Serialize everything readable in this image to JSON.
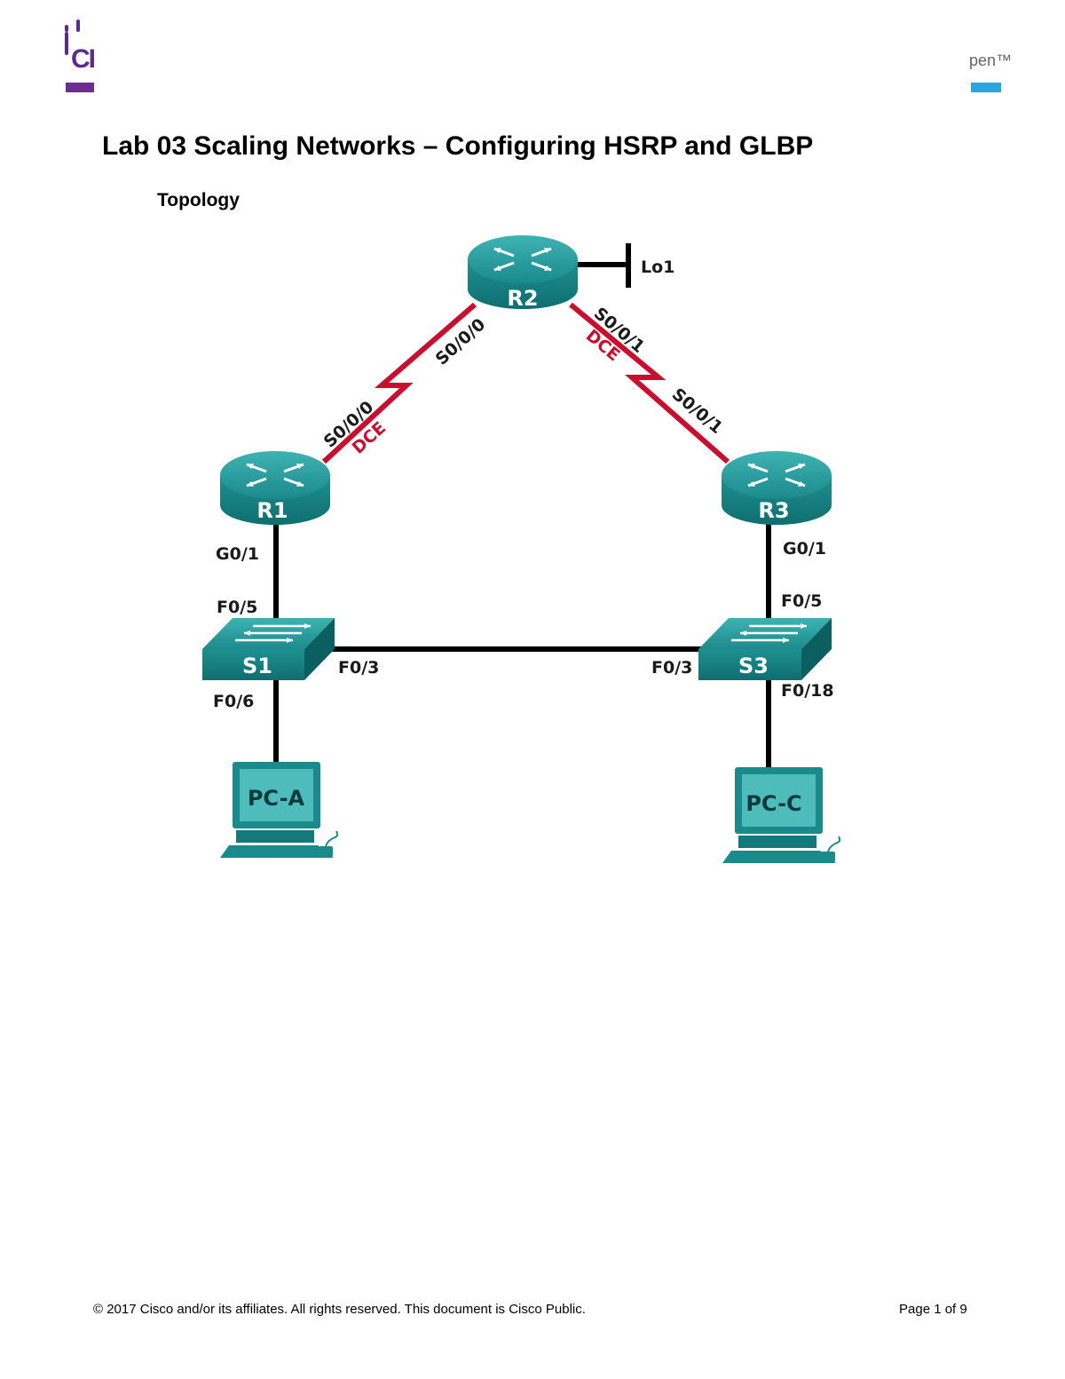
{
  "header": {
    "logo_left": "cisco-networking-academy-logo",
    "brand_partial_left": "CI",
    "brand_partial_right": "pen™",
    "colors": {
      "purple": "#6b2f8f",
      "blue": "#2aa6df"
    }
  },
  "title": "Lab 03 Scaling Networks – Configuring HSRP and GLBP",
  "section_heading": "Topology",
  "topology": {
    "colors": {
      "device": "#1b8a8c",
      "serial_link": "#c8102e",
      "ethernet_link": "#000000"
    },
    "devices": {
      "r1": "R1",
      "r2": "R2",
      "r3": "R3",
      "s1": "S1",
      "s3": "S3",
      "pca": "PC-A",
      "pcc": "PC-C"
    },
    "labels": {
      "lo1": "Lo1",
      "r2_s000": "S0/0/0",
      "r2_s001": "S0/0/1",
      "r2_dce": "DCE",
      "r1_s000": "S0/0/0",
      "r1_dce": "DCE",
      "r3_s001": "S0/0/1",
      "r1_g01": "G0/1",
      "s1_f05": "F0/5",
      "s1_f03": "F0/3",
      "s1_f06": "F0/6",
      "r3_g01": "G0/1",
      "s3_f05": "F0/5",
      "s3_f03": "F0/3",
      "s3_f018": "F0/18"
    }
  },
  "footer": {
    "copyright": "© 2017 Cisco and/or its affiliates. All rights reserved. This document is Cisco Public.",
    "page": "Page 1 of 9"
  }
}
